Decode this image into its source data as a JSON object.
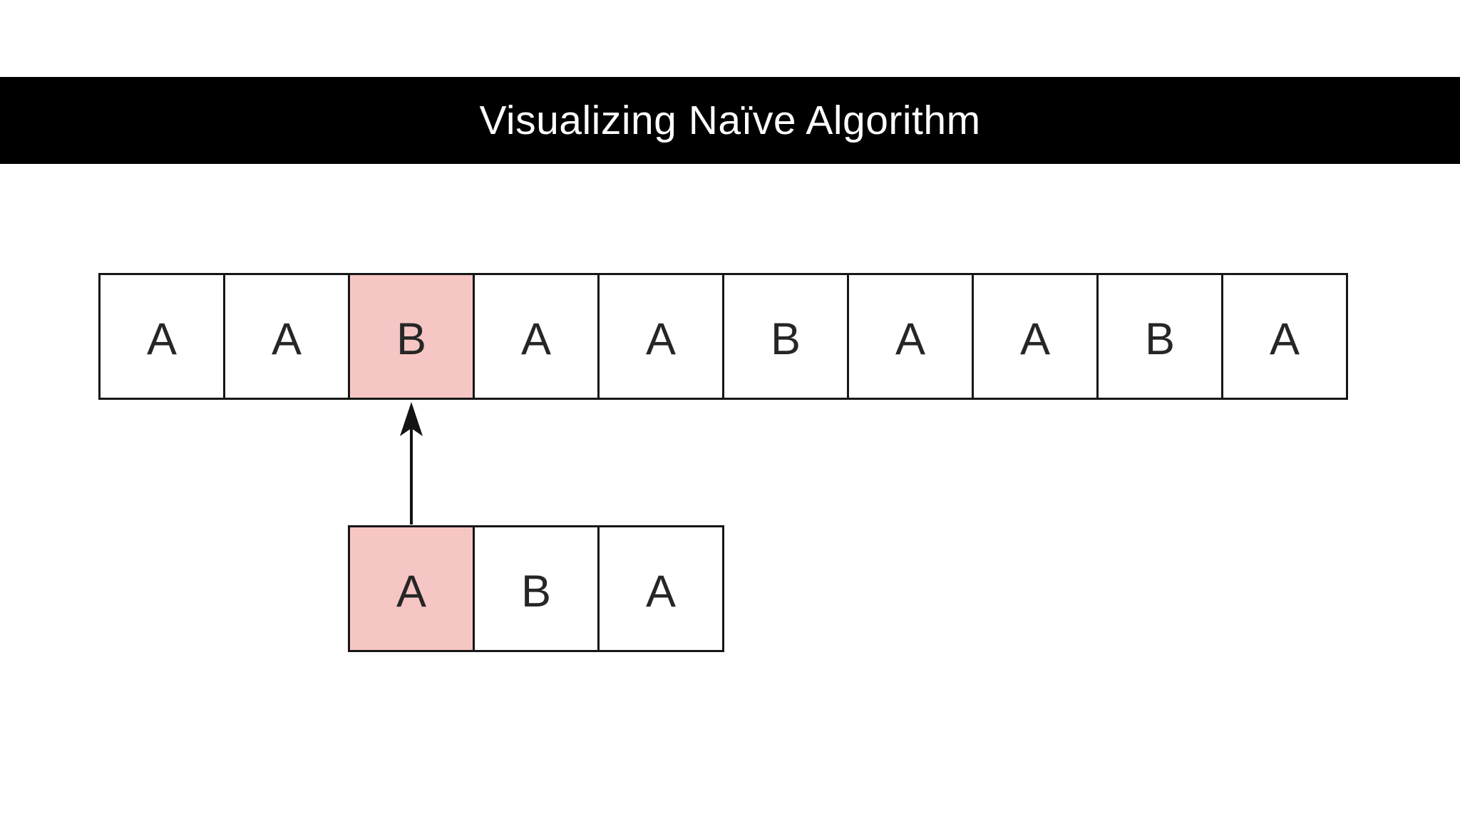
{
  "title": {
    "text": "Visualizing Naïve Algorithm"
  },
  "colors": {
    "page_bg": "#ffffff",
    "title_bar_bg": "#000000",
    "title_text": "#ffffff",
    "cell_bg": "#ffffff",
    "cell_border": "#161616",
    "cell_letter": "#262626",
    "highlight_bg": "#f5c6c4",
    "arrow": "#141414"
  },
  "text_row": {
    "cells": [
      {
        "letter": "A",
        "highlight": false
      },
      {
        "letter": "A",
        "highlight": false
      },
      {
        "letter": "B",
        "highlight": true
      },
      {
        "letter": "A",
        "highlight": false
      },
      {
        "letter": "A",
        "highlight": false
      },
      {
        "letter": "B",
        "highlight": false
      },
      {
        "letter": "A",
        "highlight": false
      },
      {
        "letter": "A",
        "highlight": false
      },
      {
        "letter": "B",
        "highlight": false
      },
      {
        "letter": "A",
        "highlight": false
      }
    ]
  },
  "pattern_row": {
    "cells": [
      {
        "letter": "A",
        "highlight": true
      },
      {
        "letter": "B",
        "highlight": false
      },
      {
        "letter": "A",
        "highlight": false
      }
    ]
  },
  "arrow": {
    "direction": "up"
  }
}
